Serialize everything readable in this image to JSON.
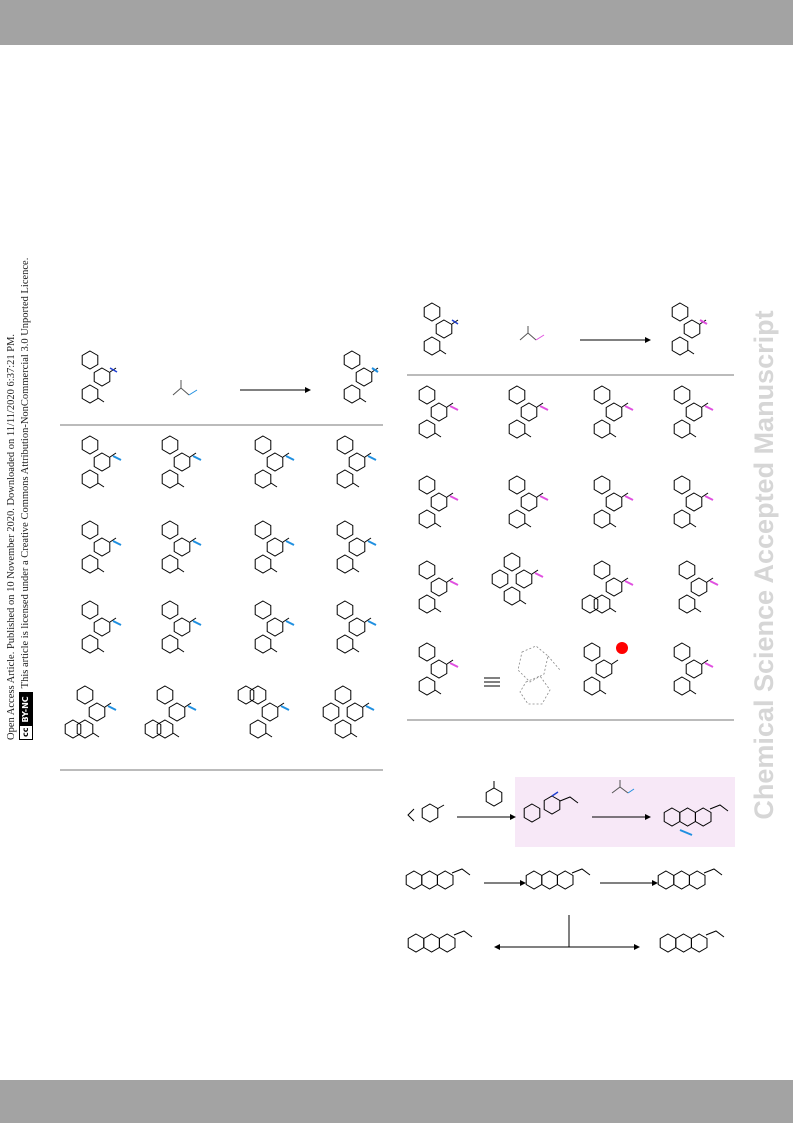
{
  "header": {
    "color": "#a3a3a3"
  },
  "footer": {
    "color": "#a3a3a3"
  },
  "watermark": {
    "text": "Chemical Science Accepted Manuscript",
    "color": "#d6d6d6"
  },
  "notice": {
    "line1": "Open Access Article. Published on 10 November 2020. Downloaded on 11/11/2020 6:37:21 PM.",
    "line2": "This article is licensed under a Creative Commons Attribution-NonCommercial 3.0 Unported Licence.",
    "badge_left": "cc",
    "badge_right": "BY-NC"
  },
  "colors": {
    "blue": "#1f8fe0",
    "magenta": "#e050e0",
    "red": "#ff0000",
    "pink_box": "#f7e8f7"
  }
}
